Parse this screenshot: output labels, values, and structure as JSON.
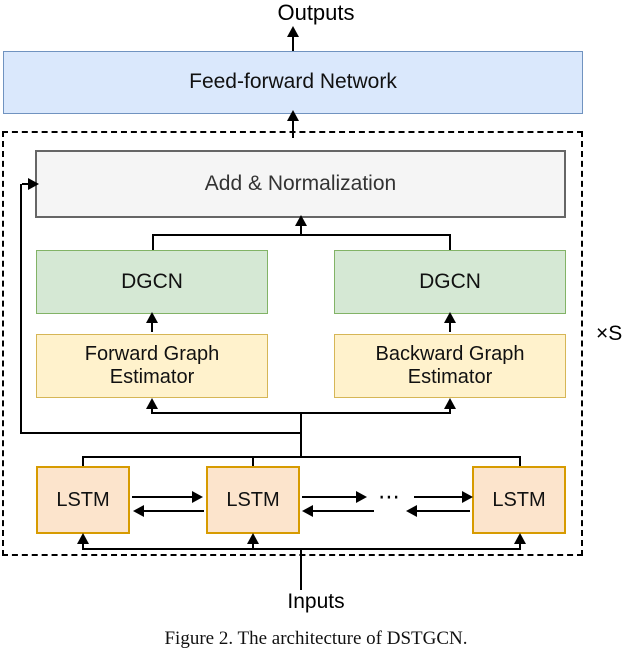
{
  "figure": {
    "title_label": "Outputs",
    "input_label": "Inputs",
    "repeat_label": "×S",
    "caption": "Figure 2.  The architecture of DSTGCN."
  },
  "blocks": {
    "feed_forward": {
      "label": "Feed-forward Network",
      "fill": "#dae8fc",
      "stroke": "#7093c0"
    },
    "add_norm": {
      "label": "Add & Normalization",
      "fill": "#f5f5f5",
      "stroke": "#666666"
    },
    "dgcn_left": {
      "label": "DGCN",
      "fill": "#d5e8d4",
      "stroke": "#82b366"
    },
    "dgcn_right": {
      "label": "DGCN",
      "fill": "#d5e8d4",
      "stroke": "#82b366"
    },
    "forward_estimator": {
      "label": "Forward Graph\nEstimator",
      "fill": "#fff2cc",
      "stroke": "#d6b656"
    },
    "backward_estimator": {
      "label": "Backward Graph\nEstimator",
      "fill": "#fff2cc",
      "stroke": "#d6b656"
    },
    "lstm_1": {
      "label": "LSTM",
      "fill": "#fce4cc",
      "stroke": "#d79b00"
    },
    "lstm_2": {
      "label": "LSTM",
      "fill": "#fce4cc",
      "stroke": "#d79b00"
    },
    "lstm_n": {
      "label": "LSTM",
      "fill": "#fce4cc",
      "stroke": "#d79b00"
    },
    "lstm_ellipsis": {
      "label": "⋯"
    }
  }
}
